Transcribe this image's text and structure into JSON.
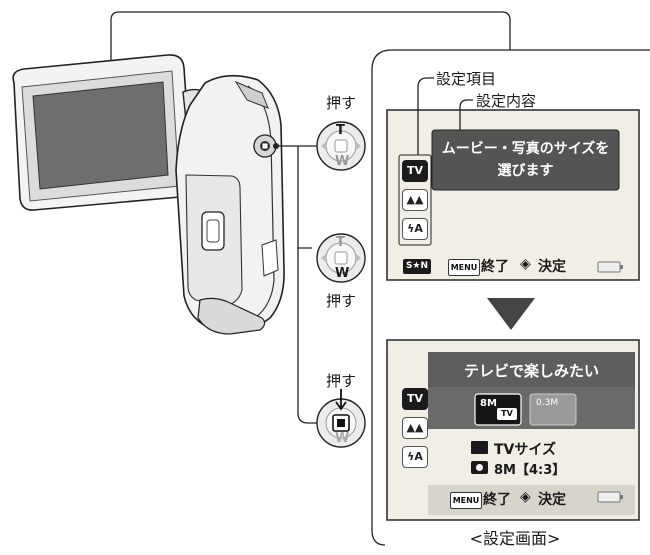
{
  "callouts": {
    "item_label": "設定項目",
    "content_label": "設定内容",
    "press_1": "押す",
    "press_2": "押す",
    "press_3": "押す"
  },
  "joystick": {
    "tele": "T",
    "wide": "W"
  },
  "screen1": {
    "message_line1": "ムービー・写真のサイズを",
    "message_line2": "選びます",
    "icons": [
      "TV",
      "▲▲",
      "ϟA"
    ],
    "mode_badge": "S★N",
    "menu_badge": "MENU",
    "exit_label": "終了",
    "confirm_label": "決定"
  },
  "screen2": {
    "title": "テレビで楽しみたい",
    "icons": [
      "TV",
      "▲▲",
      "ϟA"
    ],
    "option_selected_size": "8M",
    "option_selected_tag": "TV",
    "option_other_size": "0.3M",
    "movie_setting": "TVサイズ",
    "photo_setting": "8M【4:3】",
    "menu_badge": "MENU",
    "exit_label": "終了",
    "confirm_label": "決定"
  },
  "caption": "<設定画面>",
  "colors": {
    "screen_bg": "#f1eee6",
    "message_box": "#545454",
    "title_band": "#5e5e5e",
    "camera_body": "#f2f2f2",
    "lcd": "#6e6e6e"
  }
}
